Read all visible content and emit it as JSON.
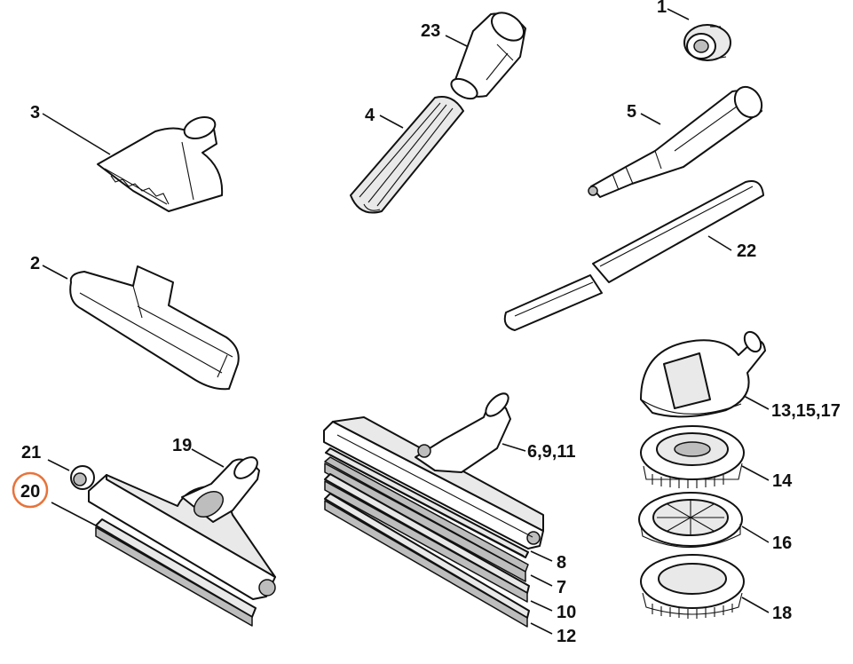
{
  "labels": [
    "1",
    "23",
    "4",
    "3",
    "5",
    "22",
    "2",
    "13,15,17",
    "6,9,11",
    "19",
    "21",
    "20",
    "14",
    "16",
    "18",
    "8",
    "7",
    "10",
    "12"
  ],
  "selected_part": "20",
  "colors": {
    "line": "#111111",
    "background": "#ffffff",
    "highlight": "#e8733a"
  }
}
